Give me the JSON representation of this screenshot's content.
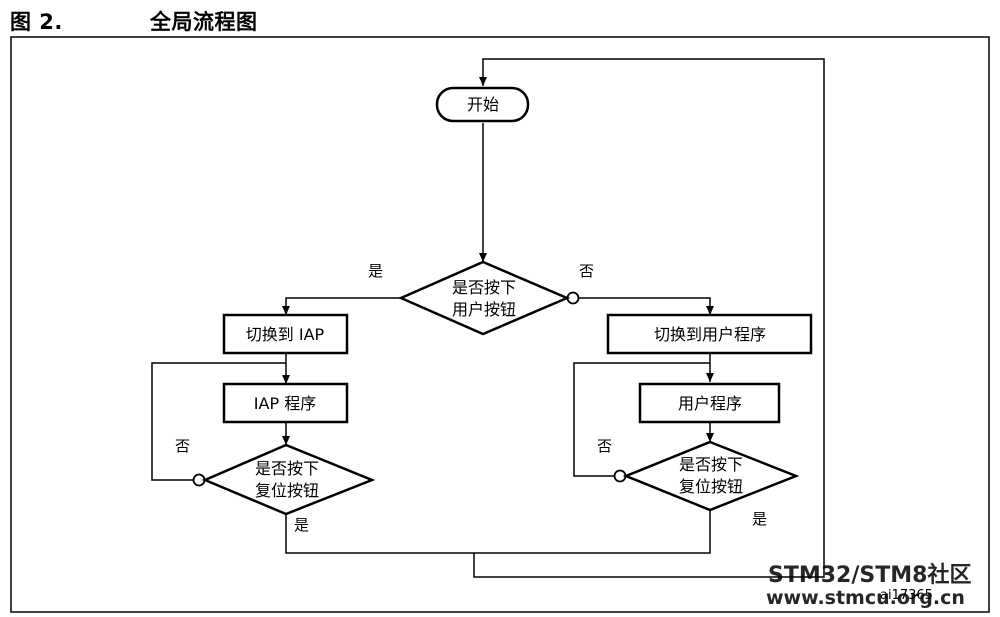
{
  "figure": {
    "number": "图 2.",
    "title": "全局流程图",
    "id": "ai17365"
  },
  "nodes": {
    "start": "开始",
    "decision_main": [
      "是否按下",
      "用户按钮"
    ],
    "switch_iap": "切换到 IAP",
    "iap_program": "IAP 程序",
    "decision_left": [
      "是否按下",
      "复位按钮"
    ],
    "switch_user": "切换到用户程序",
    "user_program": "用户程序",
    "decision_right": [
      "是否按下",
      "复位按钮"
    ]
  },
  "edge_labels": {
    "main_yes": "是",
    "main_no": "否",
    "left_no": "否",
    "left_yes": "是",
    "right_no": "否",
    "right_yes": "是"
  },
  "watermark": {
    "line1": "STM32/STM8社区",
    "line2": "www.stmcu.org.cn"
  },
  "colors": {
    "line": "#000000",
    "background": "#ffffff",
    "watermark": "#7fb2d8"
  }
}
